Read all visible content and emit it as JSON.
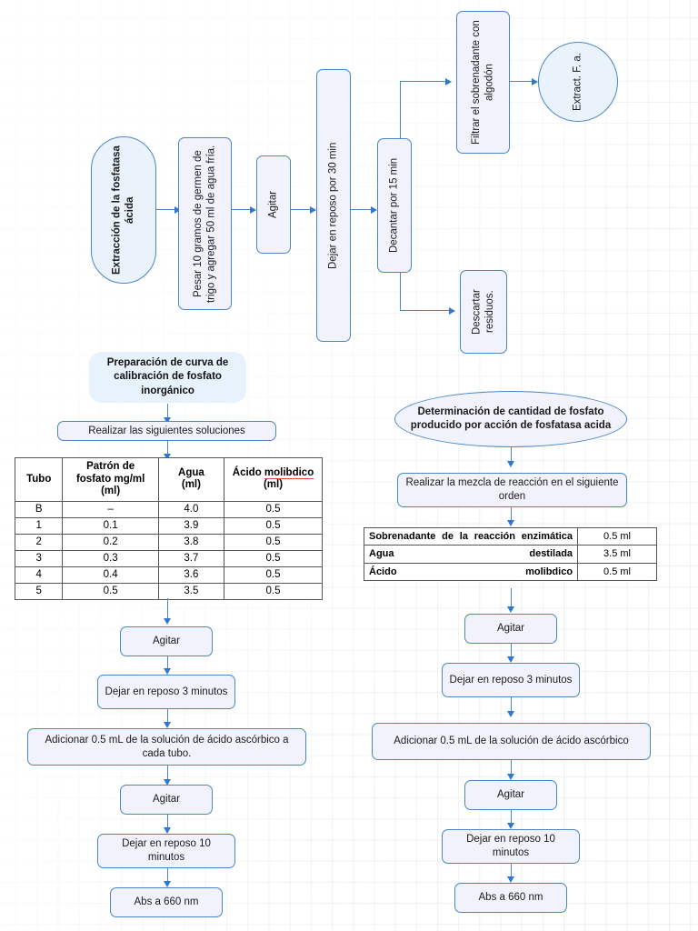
{
  "top_flow": {
    "start": "Extracción de la fosfatasa ácida",
    "weigh": "Pesar 10 gramos de germen de trigo y agregar 50 ml de agua fría.",
    "shake": "Agitar",
    "rest30": "Dejar en reposo por 30 min",
    "decant": "Decantar por 15 min",
    "filter": "Filtrar el sobrenadante con algodón",
    "extract": "Extract. F. a.",
    "discard": "Descartar residuos."
  },
  "left_flow": {
    "title": "Preparación de curva de calibración de fosfato inorgánico",
    "solutions": "Realizar las siguientes soluciones",
    "shake1": "Agitar",
    "rest3": "Dejar en reposo 3 minutos",
    "ascorbic": "Adicionar 0.5 mL de la solución de ácido ascórbico a cada tubo.",
    "shake2": "Agitar",
    "rest10": "Dejar en reposo 10 minutos",
    "abs": "Abs a 660 nm"
  },
  "left_table": {
    "headers": [
      "Tubo",
      "Patrón de fosfato mg/ml (ml)",
      "Agua (ml)",
      "Ácido molibdico (ml)"
    ],
    "header_parts": {
      "h1": "Tubo",
      "h2_l1": "Patrón de",
      "h2_l2": "fosfato mg/ml",
      "h2_l3": "(ml)",
      "h3_l1": "Agua",
      "h3_l2": "(ml)",
      "h4_a": "Ácido ",
      "h4_b": "molibdico",
      "h4_l2": "(ml)"
    },
    "rows": [
      [
        "B",
        "–",
        "4.0",
        "0.5"
      ],
      [
        "1",
        "0.1",
        "3.9",
        "0.5"
      ],
      [
        "2",
        "0.2",
        "3.8",
        "0.5"
      ],
      [
        "3",
        "0.3",
        "3.7",
        "0.5"
      ],
      [
        "4",
        "0.4",
        "3.6",
        "0.5"
      ],
      [
        "5",
        "0.5",
        "3.5",
        "0.5"
      ]
    ]
  },
  "right_flow": {
    "title": "Determinación de cantidad de fosfato producido por acción de fosfatasa acida",
    "mixture": "Realizar la mezcla de reacción en el siguiente orden",
    "shake1": "Agitar",
    "rest3": "Dejar en reposo 3 minutos",
    "ascorbic": "Adicionar 0.5 mL de la solución de ácido ascórbico",
    "shake2": "Agitar",
    "rest10": "Dejar en reposo 10 minutos",
    "abs": "Abs a 660 nm"
  },
  "right_table": {
    "rows": [
      {
        "label": "Sobrenadante de la reacción enzimática",
        "value": "0.5  ml"
      },
      {
        "label": "Agua destilada",
        "value": "3.5  ml"
      },
      {
        "label": "Ácido molibdico",
        "value": "0.5  ml"
      }
    ]
  },
  "colors": {
    "node_border": "#4a86c8",
    "node_fill": "#f1f2fb",
    "accent_fill": "#eaf3fc",
    "arrow": "#2f77cf",
    "spellcheck_underline": "#e2483f"
  }
}
